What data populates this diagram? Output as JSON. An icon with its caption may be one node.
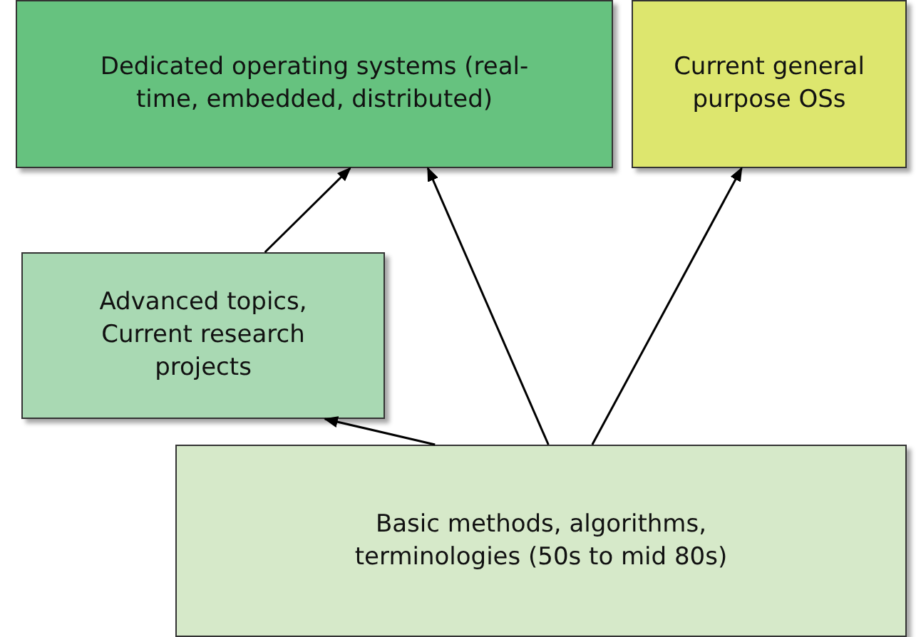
{
  "diagram": {
    "nodes": [
      {
        "text": [
          "Dedicated operating systems (real-time, embedded, distributed)"
        ]
      },
      {
        "text": [
          "Current general purpose OSs"
        ]
      },
      {
        "text": [
          "Advanced topics, Current research projects"
        ]
      },
      {
        "text": [
          "Basic methods, algorithms, terminologies (50s to mid 80s)"
        ]
      }
    ],
    "edges": [
      {
        "from": 2,
        "to": 0,
        "arrow": "to"
      },
      {
        "from": 3,
        "to": 2,
        "arrow": "to"
      },
      {
        "from": 3,
        "to": 0,
        "arrow": "to"
      },
      {
        "from": 3,
        "to": 1,
        "arrow": "to"
      }
    ]
  }
}
